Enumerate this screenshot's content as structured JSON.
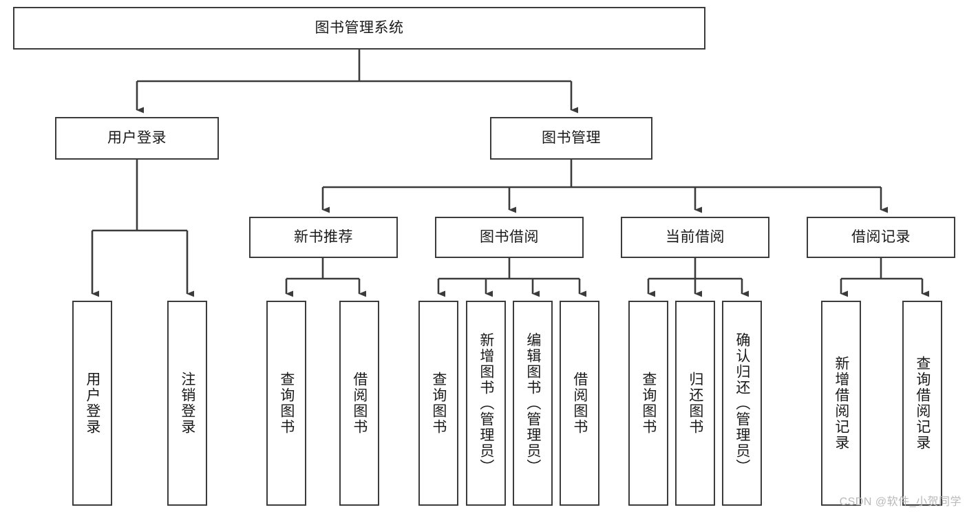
{
  "diagram": {
    "type": "tree-hierarchy-chart",
    "title": "图书管理系统",
    "watermark": "CSDN @软件_小贺同学",
    "colors": {
      "stroke": "#3b3b3b",
      "fill": "#ffffff",
      "text": "#1a1a1a",
      "watermark": "#b9b9b9"
    },
    "levels": [
      {
        "level": 1,
        "nodes": [
          {
            "id": "root",
            "label": "图书管理系统",
            "orientation": "horizontal"
          }
        ]
      },
      {
        "level": 2,
        "nodes": [
          {
            "id": "login",
            "label": "用户登录",
            "orientation": "horizontal",
            "parent": "root"
          },
          {
            "id": "bookmgmt",
            "label": "图书管理",
            "orientation": "horizontal",
            "parent": "root"
          }
        ]
      },
      {
        "level": 3,
        "nodes": [
          {
            "id": "newbook",
            "label": "新书推荐",
            "orientation": "horizontal",
            "parent": "bookmgmt"
          },
          {
            "id": "borrow",
            "label": "图书借阅",
            "orientation": "horizontal",
            "parent": "bookmgmt"
          },
          {
            "id": "current",
            "label": "当前借阅",
            "orientation": "horizontal",
            "parent": "bookmgmt"
          },
          {
            "id": "records",
            "label": "借阅记录",
            "orientation": "horizontal",
            "parent": "bookmgmt"
          }
        ]
      },
      {
        "level": 4,
        "nodes": [
          {
            "id": "leaf-user-login",
            "label": "用户登录",
            "orientation": "vertical",
            "parent": "login"
          },
          {
            "id": "leaf-user-logout",
            "label": "注销登录",
            "orientation": "vertical",
            "parent": "login"
          },
          {
            "id": "leaf-new-query",
            "label": "查询图书",
            "orientation": "vertical",
            "parent": "newbook"
          },
          {
            "id": "leaf-new-borrow",
            "label": "借阅图书",
            "orientation": "vertical",
            "parent": "newbook"
          },
          {
            "id": "leaf-borrow-query",
            "label": "查询图书",
            "orientation": "vertical",
            "parent": "borrow"
          },
          {
            "id": "leaf-borrow-add",
            "label": "新增图书（管理员）",
            "orientation": "vertical",
            "parent": "borrow"
          },
          {
            "id": "leaf-borrow-edit",
            "label": "编辑图书（管理员）",
            "orientation": "vertical",
            "parent": "borrow"
          },
          {
            "id": "leaf-borrow-lend",
            "label": "借阅图书",
            "orientation": "vertical",
            "parent": "borrow"
          },
          {
            "id": "leaf-current-query",
            "label": "查询图书",
            "orientation": "vertical",
            "parent": "current"
          },
          {
            "id": "leaf-current-return",
            "label": "归还图书",
            "orientation": "vertical",
            "parent": "current"
          },
          {
            "id": "leaf-current-confirm",
            "label": "确认归还（管理员）",
            "orientation": "vertical",
            "parent": "current"
          },
          {
            "id": "leaf-records-add",
            "label": "新增借阅记录",
            "orientation": "vertical",
            "parent": "records"
          },
          {
            "id": "leaf-records-query",
            "label": "查询借阅记录",
            "orientation": "vertical",
            "parent": "records"
          }
        ]
      }
    ]
  }
}
